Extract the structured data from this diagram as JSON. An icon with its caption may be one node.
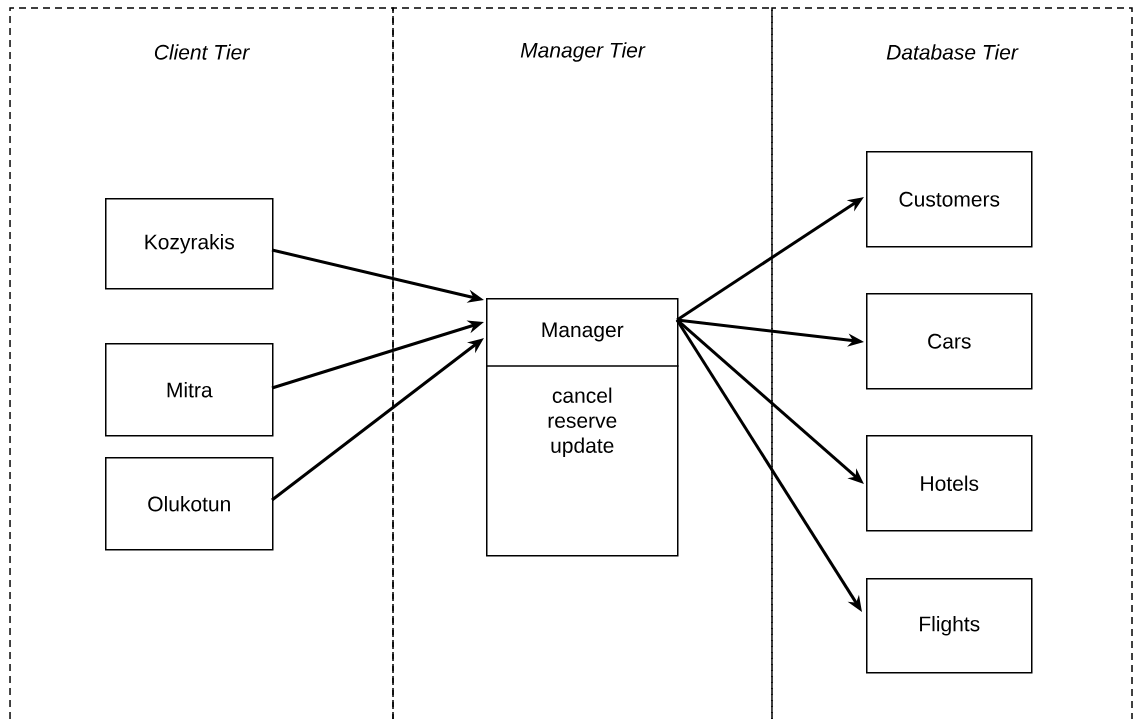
{
  "diagram": {
    "nodes": [
      {
        "text": [
          "Client Tier"
        ]
      },
      {
        "text": [
          "Manager Tier"
        ]
      },
      {
        "text": [
          "Database Tier"
        ]
      },
      {
        "text": [
          "Kozyrakis"
        ],
        "in": 0
      },
      {
        "text": [
          "Mitra"
        ],
        "in": 0
      },
      {
        "text": [
          "Olukotun"
        ],
        "in": 0
      },
      {
        "text": [
          "Manager",
          "cancel reserve update"
        ],
        "in": 1
      },
      {
        "text": [
          "Customers"
        ],
        "in": 2
      },
      {
        "text": [
          "Cars"
        ],
        "in": 2
      },
      {
        "text": [
          "Hotels"
        ],
        "in": 2
      },
      {
        "text": [
          "Flights"
        ],
        "in": 2
      }
    ],
    "edges": [
      {
        "from": 3,
        "to": 6,
        "arrow": "to"
      },
      {
        "from": 4,
        "to": 6,
        "arrow": "to"
      },
      {
        "from": 5,
        "to": 6,
        "arrow": "to"
      },
      {
        "from": 6,
        "to": 7,
        "arrow": "to"
      },
      {
        "from": 6,
        "to": 8,
        "arrow": "to"
      },
      {
        "from": 6,
        "to": 9,
        "arrow": "to"
      },
      {
        "from": 6,
        "to": 10,
        "arrow": "to"
      }
    ]
  }
}
